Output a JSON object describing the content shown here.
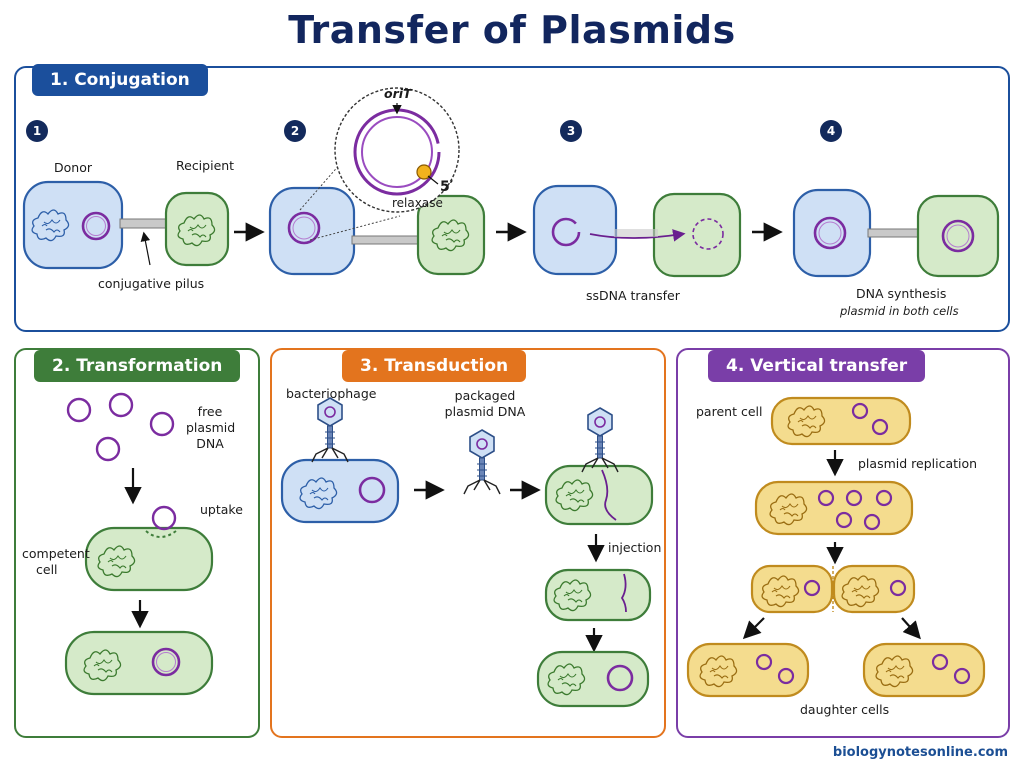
{
  "title": "Transfer of Plasmids",
  "footer": "biologynotesonline.com",
  "colors": {
    "navy": "#12265e",
    "conjugation": "#1b4f9c",
    "transformation": "#3e7d3a",
    "transduction": "#e3741e",
    "vertical": "#7a3ea8",
    "plasmid": "#7b2ca0",
    "blue_cell": "#cfe0f5",
    "green_cell": "#d5eac9",
    "yellow_cell": "#f4dc8e"
  },
  "conjugation": {
    "tab": "1. Conjugation",
    "steps": [
      "1",
      "2",
      "3",
      "4"
    ],
    "donor": "Donor",
    "recipient": "Recipient",
    "pilus": "conjugative pilus",
    "orit": "oriT",
    "five_prime": "5′",
    "relaxase": "relaxase",
    "ssdna": "ssDNA transfer",
    "dna_synthesis": "DNA synthesis",
    "plasmid_both": "plasmid in both cells"
  },
  "transformation": {
    "tab": "2. Transformation",
    "free": "free",
    "plasmid": "plasmid",
    "dna": "DNA",
    "uptake": "uptake",
    "competent": "competent",
    "cell": "cell"
  },
  "transduction": {
    "tab": "3. Transduction",
    "bacteriophage": "bacteriophage",
    "packaged": "packaged",
    "plasmid_dna": "plasmid DNA",
    "injection": "injection"
  },
  "vertical": {
    "tab": "4. Vertical transfer",
    "parent": "parent cell",
    "replication": "plasmid replication",
    "daughters": "daughter cells"
  }
}
